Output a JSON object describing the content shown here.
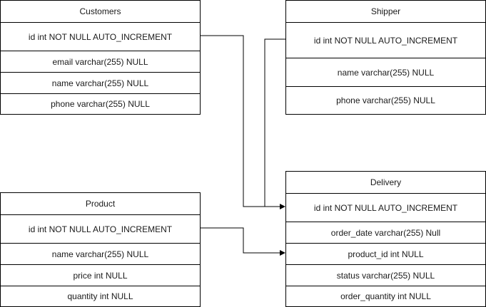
{
  "tables": {
    "customers": {
      "title": "Customers",
      "fields": [
        "id int NOT NULL AUTO_INCREMENT",
        "email varchar(255) NULL",
        "name varchar(255) NULL",
        "phone varchar(255) NULL"
      ]
    },
    "shipper": {
      "title": "Shipper",
      "fields": [
        "id int NOT NULL AUTO_INCREMENT",
        "name varchar(255) NULL",
        "phone varchar(255) NULL"
      ]
    },
    "product": {
      "title": "Product",
      "fields": [
        "id int NOT NULL AUTO_INCREMENT",
        "name varchar(255) NULL",
        "price int  NULL",
        "quantity int NULL"
      ]
    },
    "delivery": {
      "title": "Delivery",
      "fields": [
        "id int NOT NULL AUTO_INCREMENT",
        "order_date varchar(255) Null",
        "product_id int NULL",
        "status varchar(255) NULL",
        "order_quantity int NULL"
      ]
    }
  },
  "colors": {
    "line": "#000000",
    "text": "#1a1a1a",
    "background": "#ffffff"
  }
}
